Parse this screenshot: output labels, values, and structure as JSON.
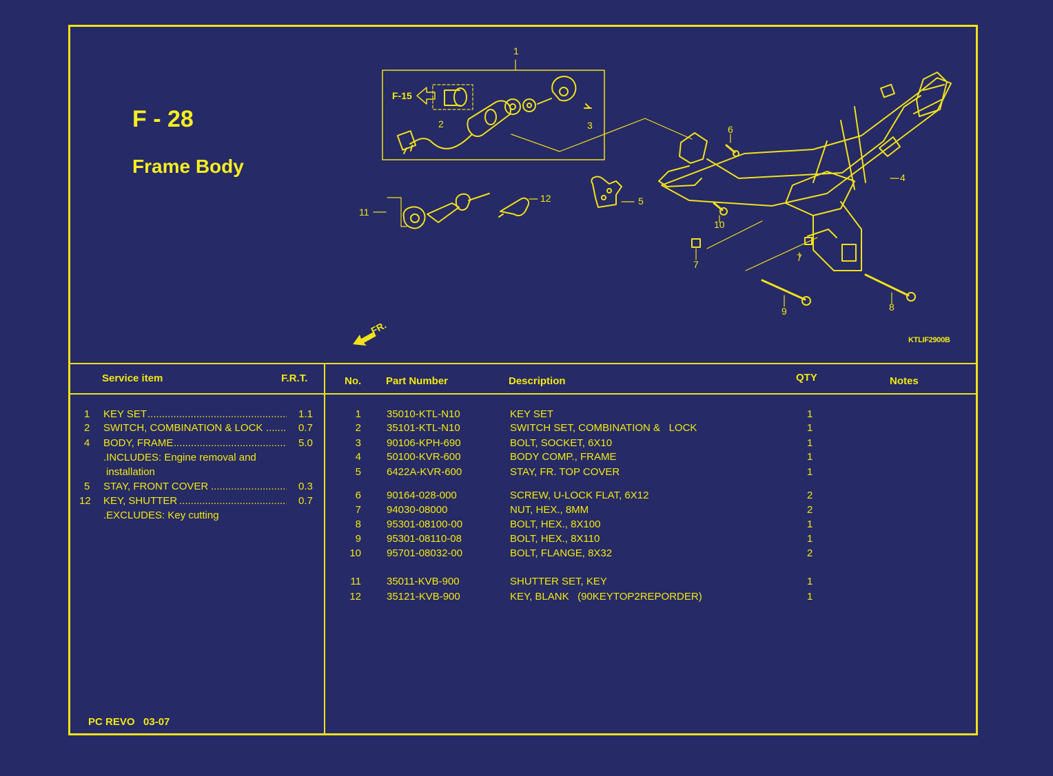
{
  "header": {
    "code": "F - 28",
    "title": "Frame Body"
  },
  "diagram": {
    "callouts": [
      "1",
      "2",
      "3",
      "4",
      "5",
      "6",
      "7",
      "7",
      "8",
      "9",
      "10",
      "11",
      "12"
    ],
    "ref_label": "F-15",
    "fr_label": "FR.",
    "image_id": "KTLIF2900B"
  },
  "service": {
    "header_item": "Service item",
    "header_frt": "F.R.T.",
    "rows": [
      {
        "no": "1",
        "item": "KEY SET",
        "frt": "1.1"
      },
      {
        "no": "2",
        "item": "SWITCH, COMBINATION & LOCK",
        "frt": "0.7"
      },
      {
        "no": "4",
        "item": "BODY, FRAME",
        "frt": "5.0"
      },
      {
        "no": "",
        "item": ".INCLUDES: Engine removal and",
        "frt": ""
      },
      {
        "no": "",
        "item": " installation",
        "frt": ""
      },
      {
        "no": "5",
        "item": "STAY, FRONT COVER",
        "frt": "0.3"
      },
      {
        "no": "12",
        "item": "KEY, SHUTTER",
        "frt": "0.7"
      },
      {
        "no": "",
        "item": ".EXCLUDES: Key cutting",
        "frt": ""
      }
    ]
  },
  "parts": {
    "header_no": "No.",
    "header_part": "Part Number",
    "header_desc": "Description",
    "header_qty": "QTY",
    "header_notes": "Notes",
    "rows": [
      {
        "no": "1",
        "part": "35010-KTL-N10",
        "desc": "KEY SET",
        "qty": "1"
      },
      {
        "no": "2",
        "part": "35101-KTL-N10",
        "desc": "SWITCH SET, COMBINATION &   LOCK",
        "qty": "1"
      },
      {
        "no": "3",
        "part": "90106-KPH-690",
        "desc": "BOLT, SOCKET, 6X10",
        "qty": "1"
      },
      {
        "no": "4",
        "part": "50100-KVR-600",
        "desc": "BODY COMP., FRAME",
        "qty": "1"
      },
      {
        "no": "5",
        "part": "6422A-KVR-600",
        "desc": "STAY, FR. TOP COVER",
        "qty": "1"
      },
      {
        "no": "6",
        "part": "90164-028-000",
        "desc": "SCREW, U-LOCK FLAT, 6X12",
        "qty": "2"
      },
      {
        "no": "7",
        "part": "94030-08000",
        "desc": "NUT, HEX., 8MM",
        "qty": "2"
      },
      {
        "no": "8",
        "part": "95301-08100-00",
        "desc": "BOLT, HEX., 8X100",
        "qty": "1"
      },
      {
        "no": "9",
        "part": "95301-08110-08",
        "desc": "BOLT, HEX., 8X110",
        "qty": "1"
      },
      {
        "no": "10",
        "part": "95701-08032-00",
        "desc": "BOLT, FLANGE, 8X32",
        "qty": "2"
      },
      {
        "no": "11",
        "part": "35011-KVB-900",
        "desc": "SHUTTER SET, KEY",
        "qty": "1"
      },
      {
        "no": "12",
        "part": "35121-KVB-900",
        "desc": "KEY, BLANK   (90KEYTOP2REPORDER)",
        "qty": "1"
      }
    ]
  },
  "footer": {
    "model": "PC REVO   03-07"
  },
  "colors": {
    "background": "#262a66",
    "line": "#f2e21a",
    "text": "#f2ea10"
  }
}
